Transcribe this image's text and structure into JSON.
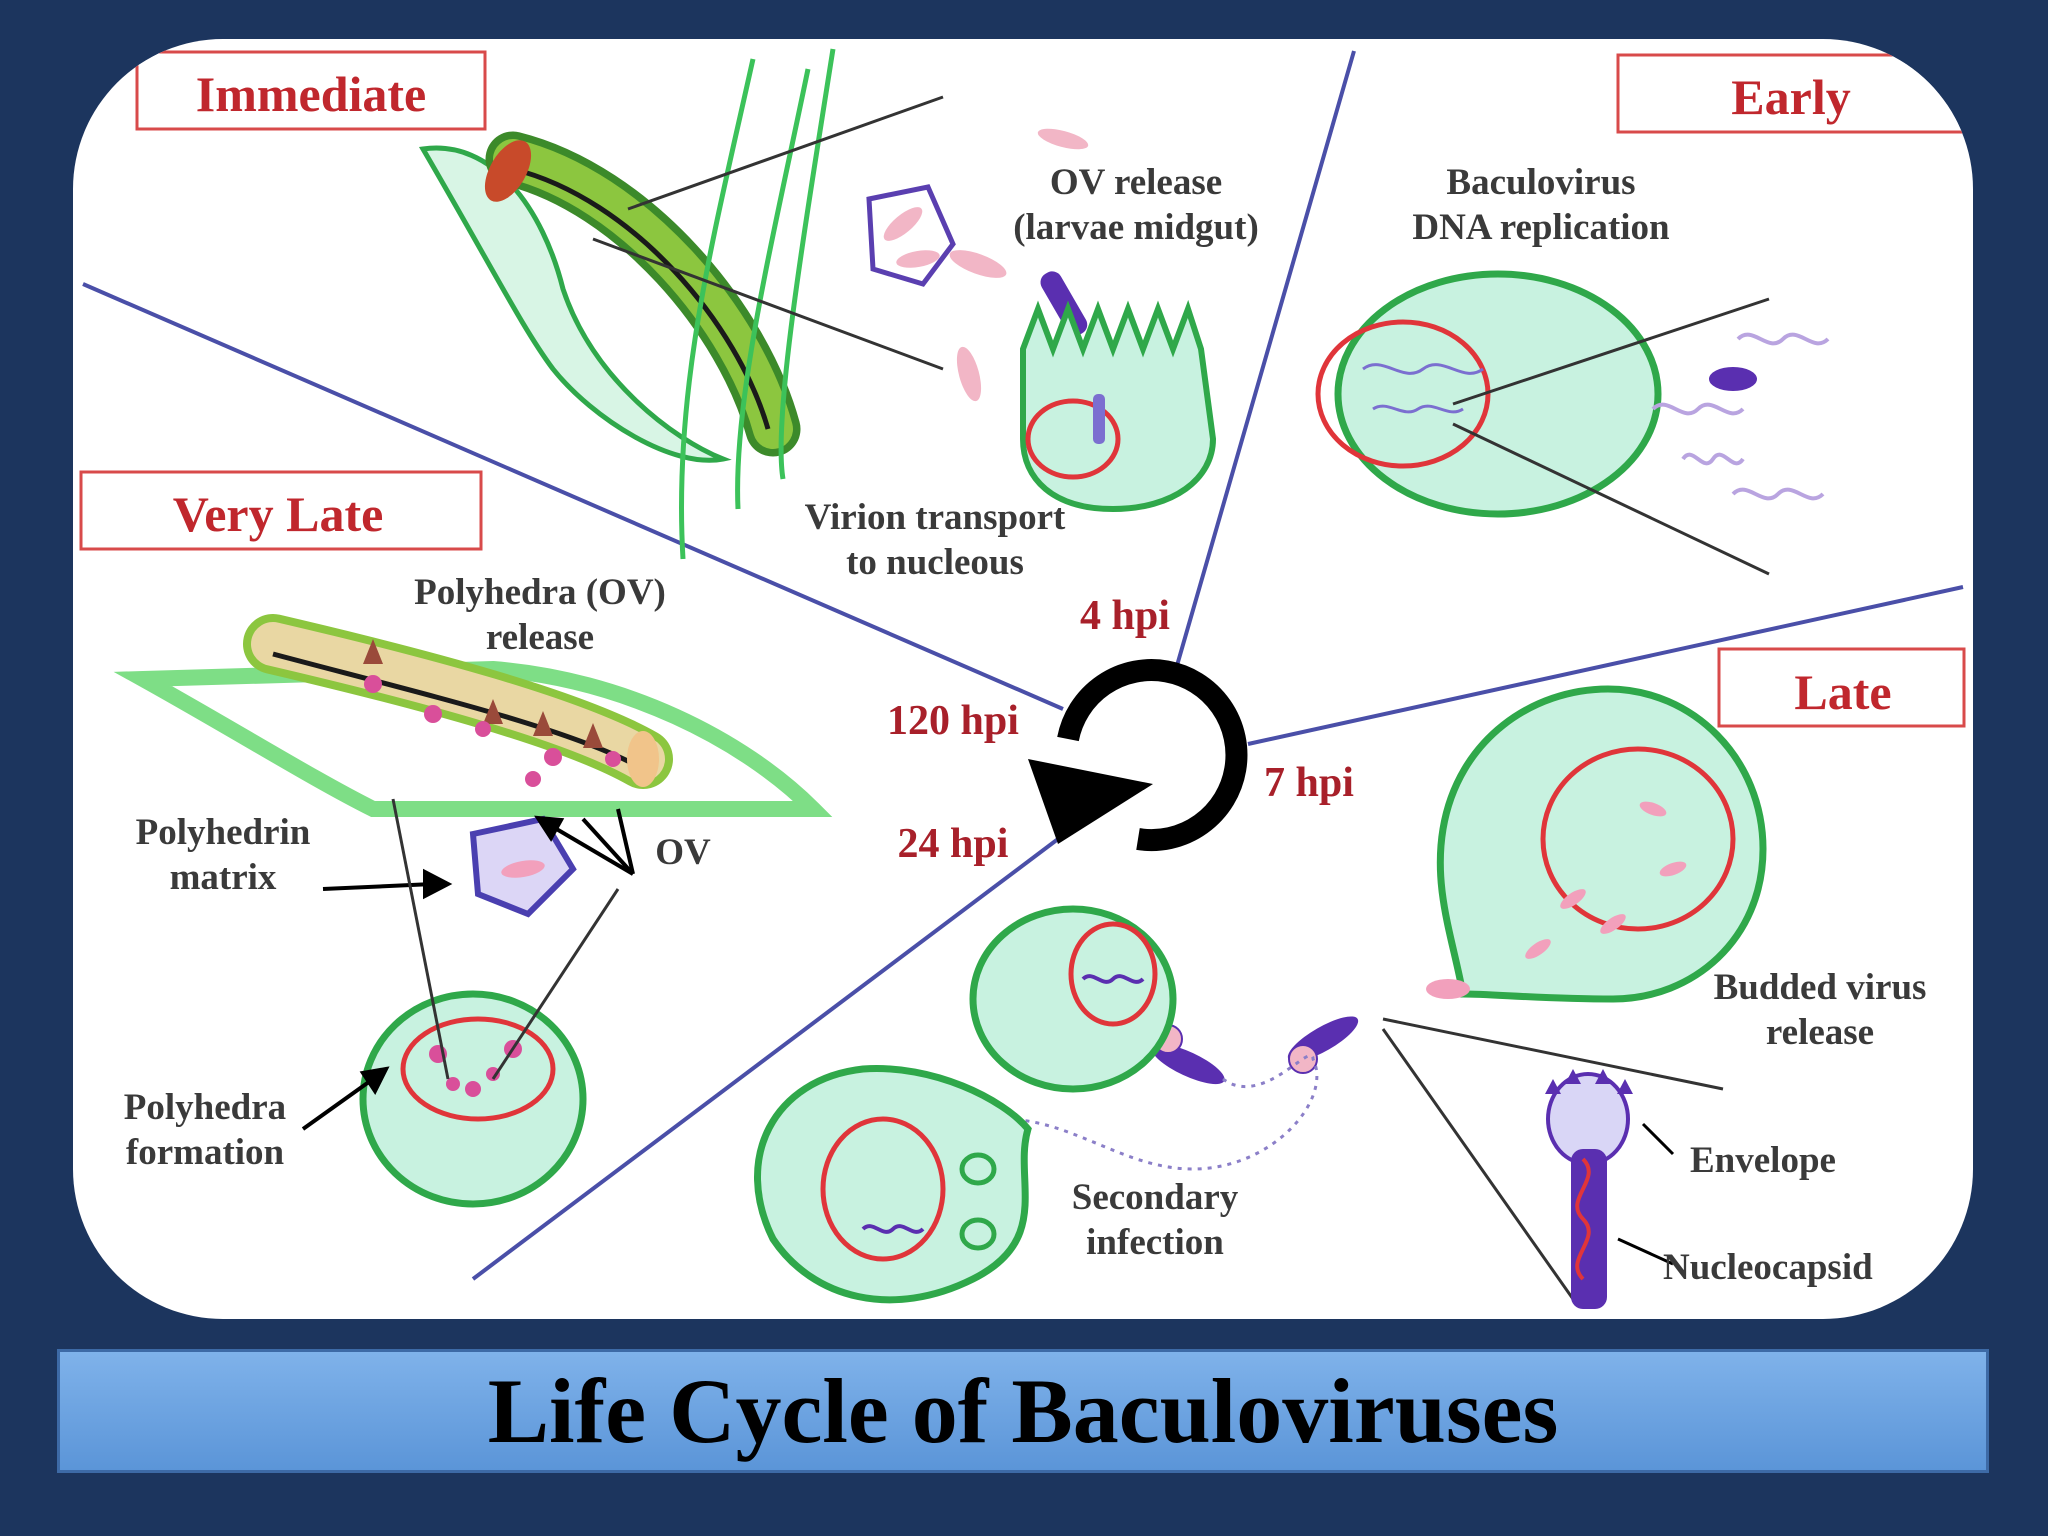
{
  "title": "Life Cycle of Baculoviruses",
  "phases": {
    "immediate": "Immediate",
    "early": "Early",
    "late": "Late",
    "very_late": "Very Late"
  },
  "timepoints": {
    "t4": "4 hpi",
    "t7": "7 hpi",
    "t24": "24 hpi",
    "t120": "120 hpi"
  },
  "labels": {
    "ov_release_1": "OV release",
    "ov_release_2": "(larvae midgut)",
    "virion_transport_1": "Virion transport",
    "virion_transport_2": "to nucleous",
    "dna_rep_1": "Baculovirus",
    "dna_rep_2": "DNA replication",
    "polyhedra_release_1": "Polyhedra (OV)",
    "polyhedra_release_2": "release",
    "polyhedrin_matrix_1": "Polyhedrin",
    "polyhedrin_matrix_2": "matrix",
    "ov": "OV",
    "polyhedra_formation_1": "Polyhedra",
    "polyhedra_formation_2": "formation",
    "secondary_infection_1": "Secondary",
    "secondary_infection_2": "infection",
    "budded_release_1": "Budded virus",
    "budded_release_2": "release",
    "envelope": "Envelope",
    "nucleocapsid": "Nucleocapsid"
  },
  "colors": {
    "cell_fill": "#c8f2e0",
    "cell_stroke": "#2fa84a",
    "nucleus_stroke": "#e0353a",
    "divider": "#4a4fa8",
    "virus_purple": "#5a2fb0",
    "polyhedra_pink": "#d94f9a"
  }
}
